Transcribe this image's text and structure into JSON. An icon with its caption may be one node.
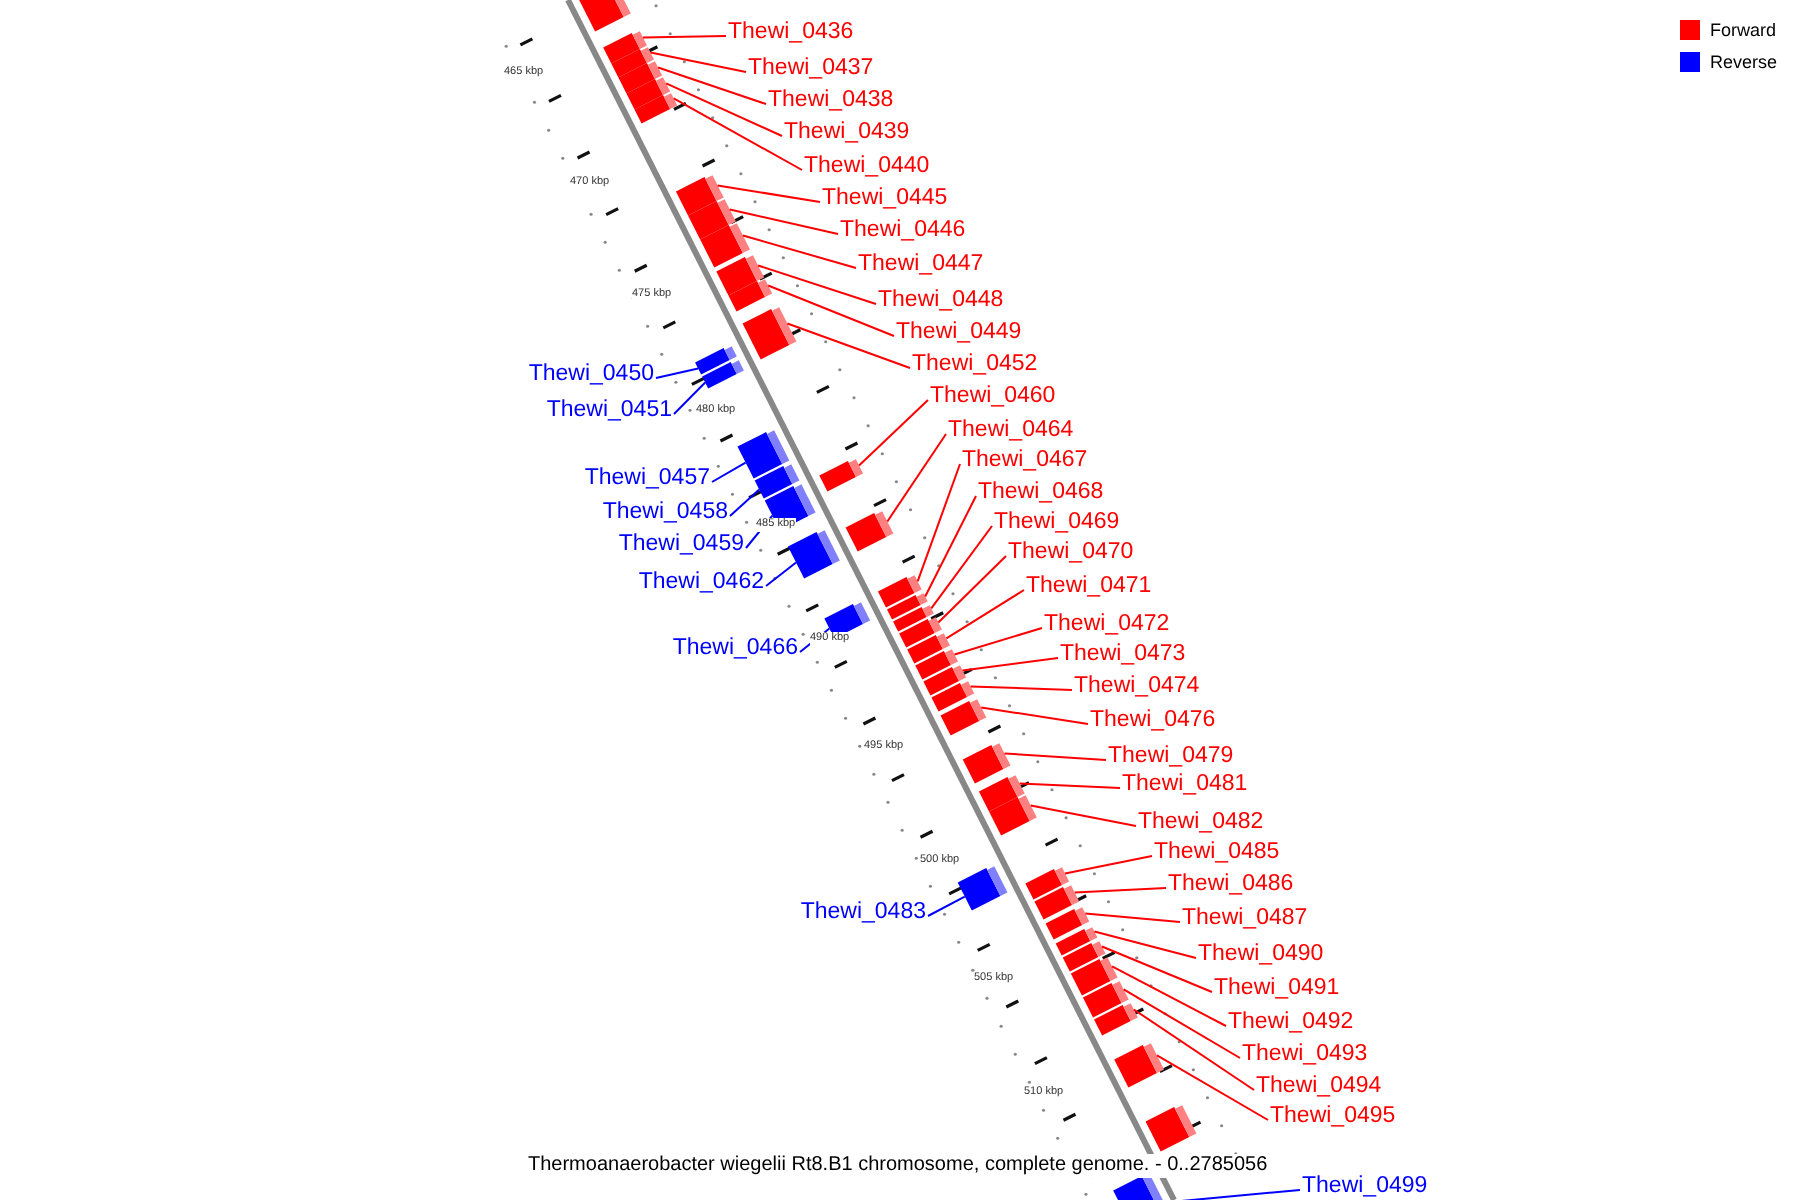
{
  "diagram": {
    "caption": "Thermoanaerobacter wiegelii Rt8.B1 chromosome, complete genome. - 0..2785056",
    "nodes": [
      {
        "text": [
          "Thewi_0436"
        ]
      },
      {
        "text": [
          "Thewi_0437"
        ]
      },
      {
        "text": [
          "Thewi_0438"
        ]
      },
      {
        "text": [
          "Thewi_0439"
        ]
      },
      {
        "text": [
          "Thewi_0440"
        ]
      },
      {
        "text": [
          "Thewi_0445"
        ]
      },
      {
        "text": [
          "Thewi_0446"
        ]
      },
      {
        "text": [
          "Thewi_0447"
        ]
      },
      {
        "text": [
          "Thewi_0448"
        ]
      },
      {
        "text": [
          "Thewi_0449"
        ]
      },
      {
        "text": [
          "Thewi_0452"
        ]
      },
      {
        "text": [
          "Thewi_0450"
        ]
      },
      {
        "text": [
          "Thewi_0460"
        ]
      },
      {
        "text": [
          "Thewi_0451"
        ]
      },
      {
        "text": [
          "Thewi_0464"
        ]
      },
      {
        "text": [
          "Thewi_0467"
        ]
      },
      {
        "text": [
          "Thewi_0457"
        ]
      },
      {
        "text": [
          "Thewi_0468"
        ]
      },
      {
        "text": [
          "Thewi_0458"
        ]
      },
      {
        "text": [
          "Thewi_0469"
        ]
      },
      {
        "text": [
          "Thewi_0459"
        ]
      },
      {
        "text": [
          "Thewi_0470"
        ]
      },
      {
        "text": [
          "Thewi_0462"
        ]
      },
      {
        "text": [
          "Thewi_0471"
        ]
      },
      {
        "text": [
          "Thewi_0472"
        ]
      },
      {
        "text": [
          "Thewi_0466"
        ]
      },
      {
        "text": [
          "Thewi_0473"
        ]
      },
      {
        "text": [
          "Thewi_0474"
        ]
      },
      {
        "text": [
          "Thewi_0476"
        ]
      },
      {
        "text": [
          "Thewi_0479"
        ]
      },
      {
        "text": [
          "Thewi_0481"
        ]
      },
      {
        "text": [
          "Thewi_0482"
        ]
      },
      {
        "text": [
          "Thewi_0485"
        ]
      },
      {
        "text": [
          "Thewi_0486"
        ]
      },
      {
        "text": [
          "Thewi_0483"
        ]
      },
      {
        "text": [
          "Thewi_0487"
        ]
      },
      {
        "text": [
          "Thewi_0490"
        ]
      },
      {
        "text": [
          "Thewi_0491"
        ]
      },
      {
        "text": [
          "Thewi_0492"
        ]
      },
      {
        "text": [
          "Thewi_0493"
        ]
      },
      {
        "text": [
          "Thewi_0494"
        ]
      },
      {
        "text": [
          "Thewi_0495"
        ]
      },
      {
        "text": [
          "Thewi_0499"
        ]
      },
      {
        "text": [],
        "shape": "bar"
      },
      {
        "text": [],
        "shape": "bar"
      },
      {
        "text": [],
        "shape": "bar"
      },
      {
        "text": [],
        "shape": "bar"
      },
      {
        "text": [],
        "shape": "bar"
      },
      {
        "text": [],
        "shape": "bar"
      },
      {
        "text": [],
        "shape": "bar"
      },
      {
        "text": [],
        "shape": "bar"
      },
      {
        "text": [],
        "shape": "bar"
      },
      {
        "text": [],
        "shape": "bar"
      },
      {
        "text": [],
        "shape": "bar"
      },
      {
        "text": [],
        "shape": "bar"
      },
      {
        "text": [],
        "shape": "bar"
      },
      {
        "text": [],
        "shape": "bar"
      },
      {
        "text": [],
        "shape": "bar"
      },
      {
        "text": [],
        "shape": "bar"
      },
      {
        "text": [],
        "shape": "bar"
      },
      {
        "text": [],
        "shape": "bar"
      },
      {
        "text": [],
        "shape": "bar"
      },
      {
        "text": [],
        "shape": "bar"
      },
      {
        "text": [],
        "shape": "bar"
      },
      {
        "text": [],
        "shape": "bar"
      },
      {
        "text": [],
        "shape": "bar"
      },
      {
        "text": [],
        "shape": "bar"
      },
      {
        "text": [],
        "shape": "bar"
      },
      {
        "text": [],
        "shape": "bar"
      },
      {
        "text": [],
        "shape": "bar"
      },
      {
        "text": [],
        "shape": "bar"
      },
      {
        "text": [],
        "shape": "bar"
      },
      {
        "text": [],
        "shape": "bar"
      },
      {
        "text": [],
        "shape": "bar"
      },
      {
        "text": [],
        "shape": "bar"
      },
      {
        "text": [],
        "shape": "bar"
      },
      {
        "text": [],
        "shape": "bar"
      },
      {
        "text": [],
        "shape": "bar"
      },
      {
        "text": [],
        "shape": "bar"
      },
      {
        "text": [],
        "shape": "bar"
      },
      {
        "text": [],
        "shape": "bar"
      },
      {
        "text": [],
        "shape": "bar"
      },
      {
        "text": [],
        "shape": "bar"
      },
      {
        "text": [],
        "shape": "bar"
      },
      {
        "text": [],
        "shape": "bar"
      },
      {
        "text": [],
        "shape": "bar"
      },
      {
        "text": [],
        "shape": "bar"
      },
      {
        "text": [],
        "shape": "bar"
      }
    ],
    "edges": [
      {
        "from": 0,
        "to": 43,
        "arrow": "none"
      },
      {
        "from": 1,
        "to": 44,
        "arrow": "none"
      },
      {
        "from": 2,
        "to": 45,
        "arrow": "none"
      },
      {
        "from": 3,
        "to": 46,
        "arrow": "none"
      },
      {
        "from": 4,
        "to": 47,
        "arrow": "none"
      },
      {
        "from": 5,
        "to": 48,
        "arrow": "none"
      },
      {
        "from": 6,
        "to": 49,
        "arrow": "none"
      },
      {
        "from": 7,
        "to": 50,
        "arrow": "none"
      },
      {
        "from": 8,
        "to": 51,
        "arrow": "none"
      },
      {
        "from": 9,
        "to": 52,
        "arrow": "none"
      },
      {
        "from": 10,
        "to": 53,
        "arrow": "none"
      },
      {
        "from": 11,
        "to": 54,
        "arrow": "none",
        "color": "#0000ff"
      },
      {
        "from": 12,
        "to": 59,
        "arrow": "none"
      },
      {
        "from": 13,
        "to": 55,
        "arrow": "none",
        "color": "#0000ff"
      },
      {
        "from": 14,
        "to": 61,
        "arrow": "none"
      },
      {
        "from": 15,
        "to": 63,
        "arrow": "none"
      },
      {
        "from": 16,
        "to": 56,
        "arrow": "none",
        "color": "#0000ff"
      },
      {
        "from": 17,
        "to": 64,
        "arrow": "none"
      },
      {
        "from": 18,
        "to": 57,
        "arrow": "none",
        "color": "#0000ff"
      },
      {
        "from": 19,
        "to": 65,
        "arrow": "none"
      },
      {
        "from": 20,
        "to": 58,
        "arrow": "none",
        "color": "#0000ff"
      },
      {
        "from": 21,
        "to": 66,
        "arrow": "none"
      },
      {
        "from": 22,
        "to": 60,
        "arrow": "none",
        "color": "#0000ff"
      },
      {
        "from": 23,
        "to": 67,
        "arrow": "none"
      },
      {
        "from": 24,
        "to": 68,
        "arrow": "none"
      },
      {
        "from": 25,
        "to": 62,
        "arrow": "none",
        "color": "#0000ff"
      },
      {
        "from": 26,
        "to": 69,
        "arrow": "none"
      },
      {
        "from": 27,
        "to": 70,
        "arrow": "none"
      },
      {
        "from": 28,
        "to": 71,
        "arrow": "none"
      },
      {
        "from": 29,
        "to": 72,
        "arrow": "none"
      },
      {
        "from": 30,
        "to": 73,
        "arrow": "none"
      },
      {
        "from": 31,
        "to": 74,
        "arrow": "none"
      },
      {
        "from": 32,
        "to": 76,
        "arrow": "none"
      },
      {
        "from": 33,
        "to": 77,
        "arrow": "none"
      },
      {
        "from": 34,
        "to": 75,
        "arrow": "none",
        "color": "#0000ff"
      },
      {
        "from": 35,
        "to": 78,
        "arrow": "none"
      },
      {
        "from": 36,
        "to": 79,
        "arrow": "none"
      },
      {
        "from": 37,
        "to": 80,
        "arrow": "none"
      },
      {
        "from": 38,
        "to": 81,
        "arrow": "none"
      },
      {
        "from": 39,
        "to": 82,
        "arrow": "none"
      },
      {
        "from": 40,
        "to": 83,
        "arrow": "none"
      },
      {
        "from": 41,
        "to": 84,
        "arrow": "none"
      },
      {
        "from": 42,
        "to": 85,
        "arrow": "none",
        "color": "#0000ff"
      }
    ],
    "labels": [
      "465 kbp",
      "470 kbp",
      "475 kbp",
      "480 kbp",
      "485 kbp",
      "490 kbp",
      "495 kbp",
      "500 kbp",
      "505 kbp",
      "510 kbp"
    ],
    "legend": [
      {
        "text": "Forward",
        "color": "#ff0000"
      },
      {
        "text": "Reverse",
        "color": "#0000ff"
      }
    ]
  }
}
